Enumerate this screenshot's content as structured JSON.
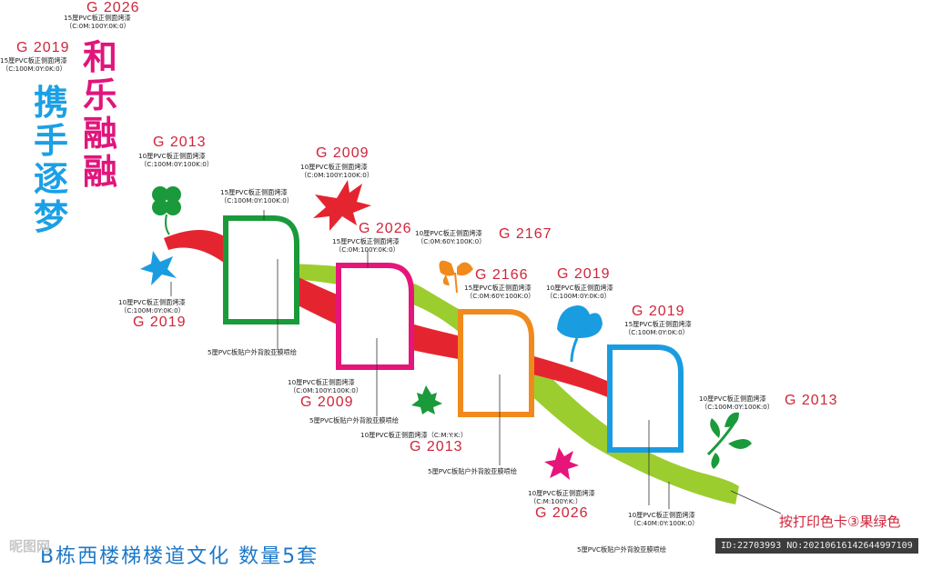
{
  "titles": {
    "left_vertical": "携手逐梦",
    "right_vertical": "和乐融融"
  },
  "caption": "B栋西楼梯楼道文化    数量5套",
  "note": "按打印色卡③果绿色",
  "watermark": {
    "left": "昵图网",
    "right": "ID:22703993 NO:20210616142644997109"
  },
  "labels": {
    "top_code": "G 2026",
    "top_spec": "15厘PVC板正侧面烤漆",
    "top_cmyk": "（C:0M:100Y:0K:0）",
    "g2019a_code": "G 2019",
    "g2019a_spec": "15厘PVC板正侧面烤漆",
    "g2019a_cmyk": "（C:100M:0Y:0K:0）",
    "clover_code": "G 2013",
    "clover_spec": "10厘PVC板正侧面烤漆",
    "clover_cmyk": "（C:100M:0Y:100K:0）",
    "frame1_spec": "15厘PVC板正侧面烤漆",
    "frame1_cmyk": "（C:100M:0Y:100K:0）",
    "leaf_red_code": "G 2009",
    "leaf_red_spec": "10厘PVC板正侧面烤漆",
    "leaf_red_cmyk": "（C:0M:100Y:100K:0）",
    "frame2_code": "G 2026",
    "frame2_spec": "15厘PVC板正侧面烤漆",
    "frame2_cmyk": "（C:0M:100Y:0K:0）",
    "band_orange_spec": "10厘PVC板正侧面烤漆",
    "band_orange_cmyk": "（C:0M:60Y:100K:0）",
    "band_orange_code": "G 2167",
    "leaf_blue_left_spec": "10厘PVC板正侧面烤漆",
    "leaf_blue_left_cmyk": "（C:100M:0Y:0K:0）",
    "leaf_blue_left_code": "G 2019",
    "frame1_bottom_note": "5厘PVC板贴户外背胶亚膜喷绘",
    "orange_leaf_code": "G 2166",
    "orange_leaf_spec": "15厘PVC板正侧面烤漆",
    "orange_leaf_cmyk": "（C:0M:60Y:100K:0）",
    "blue_leaf_code": "G 2019",
    "blue_leaf_spec": "10厘PVC板正侧面烤漆",
    "blue_leaf_cmyk": "（C:100M:0Y:0K:0）",
    "frame5_code": "G 2019",
    "frame5_spec": "15厘PVC板正侧面烤漆",
    "frame5_cmyk": "（C:100M:0Y:0K:0）",
    "green_right_spec": "10厘PVC板正侧面烤漆",
    "green_right_cmyk": "（C:100M:0Y:100K:0）",
    "green_right_code": "G 2013",
    "frame2_bottom_spec": "10厘PVC板正侧面烤漆",
    "frame2_bottom_cmyk": "（C:0M:100Y:100K:0）",
    "frame2_bottom_code": "G 2009",
    "frame2_bottom_note": "5厘PVC板贴户外背胶亚膜喷绘",
    "maple_spec": "10厘PVC板正侧面烤漆（C:M:Y:K:）",
    "maple_code": "G 2013",
    "frame3_bottom_note": "5厘PVC板贴户外背胶亚膜喷绘",
    "magenta_leaf_spec": "10厘PVC板正侧面烤漆",
    "magenta_leaf_cmyk": "（C:M:100Y:K:）",
    "magenta_leaf_code": "G 2026",
    "lime_band_spec": "10厘PVC板正侧面烤漆",
    "lime_band_cmyk": "（C:40M:0Y:100K:0）",
    "frame5_bottom_note": "5厘PVC板贴户外背胶亚膜喷绘"
  },
  "colors": {
    "red_band": "#e42530",
    "lime_band": "#9ccd2f",
    "frame_green": "#1a9a3a",
    "frame_magenta": "#e6157a",
    "frame_orange": "#f08a1c",
    "frame_blue": "#1a9ce0",
    "title_blue": "#1aa0e6",
    "title_magenta": "#e0157c",
    "code_red": "#d0243a"
  },
  "icons": [
    "clover-icon",
    "maple-leaf-icon",
    "leaf-icon"
  ]
}
